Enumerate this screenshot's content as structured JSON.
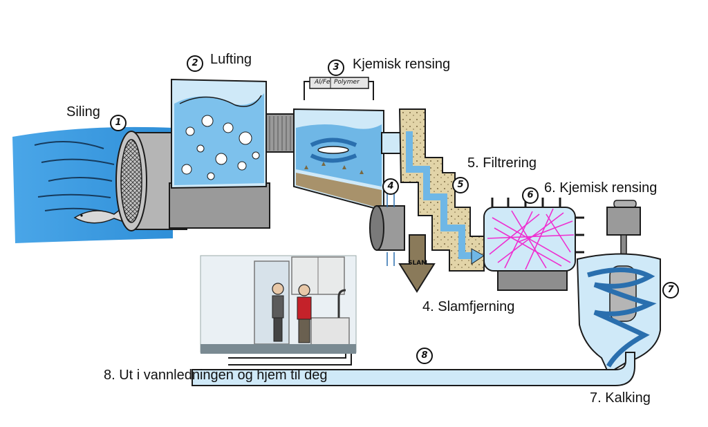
{
  "steps": [
    {
      "number": "1",
      "label": "Siling"
    },
    {
      "number": "2",
      "label": "Lufting"
    },
    {
      "number": "3",
      "label": "Kjemisk rensing"
    },
    {
      "number": "4",
      "label": "4. Slamfjerning"
    },
    {
      "number": "5",
      "label": "5. Filtrering"
    },
    {
      "number": "6",
      "label": "6. Kjemisk rensing"
    },
    {
      "number": "7",
      "label": "7. Kalking"
    },
    {
      "number": "8",
      "label": "8. Ut i vannledningen og hjem til deg"
    }
  ],
  "chemical_box": {
    "left": "Al/Fe",
    "right": "Polymer"
  },
  "sludge_sign": "SLAM",
  "colors": {
    "water": "#6fb7e6",
    "water_light": "#cfe9f8",
    "sludge": "#a8926b",
    "sand": "#e2d4a8",
    "filter_lines": "#ee2fd0",
    "machine_gray": "#a9a9a9",
    "outline": "#1a1a1a"
  }
}
